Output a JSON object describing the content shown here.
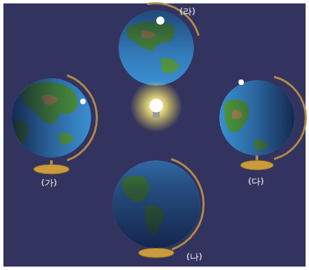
{
  "diagram": {
    "labels": [
      "(라)",
      "(가)",
      "(다)",
      "(나)"
    ]
  }
}
